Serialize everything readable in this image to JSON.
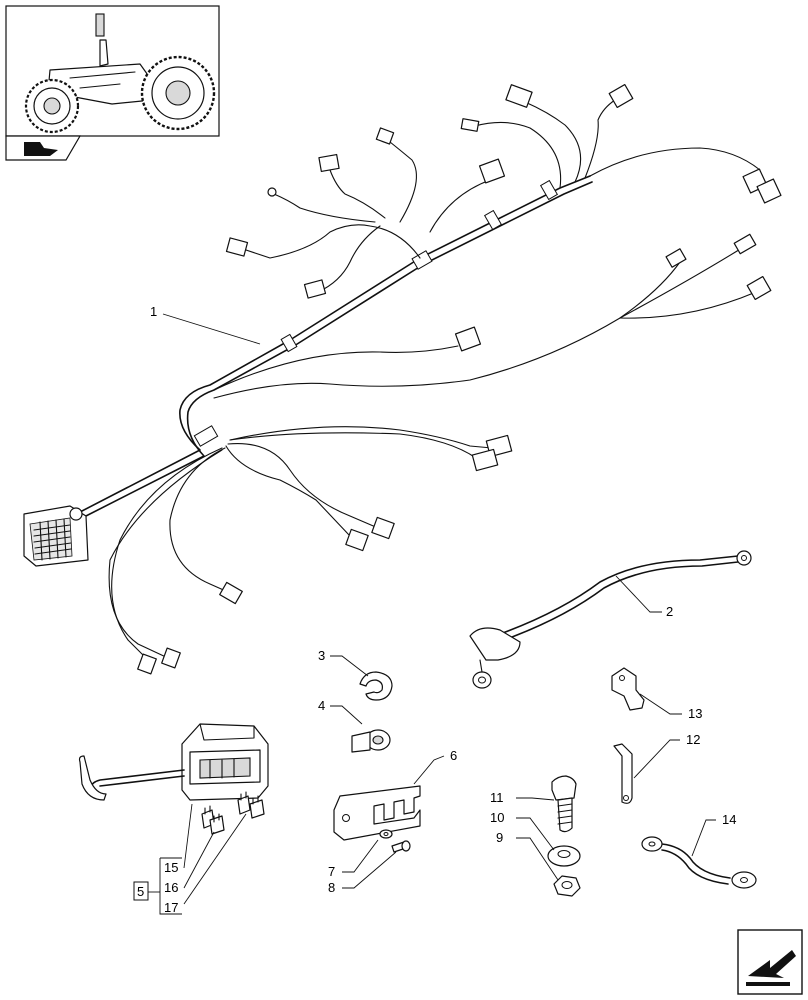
{
  "callouts": {
    "c1": "1",
    "c2": "2",
    "c3": "3",
    "c4": "4",
    "c5": "5",
    "c6": "6",
    "c7": "7",
    "c8": "8",
    "c9": "9",
    "c10": "10",
    "c11": "11",
    "c12": "12",
    "c13": "13",
    "c14": "14",
    "c15": "15",
    "c16": "16",
    "c17": "17"
  },
  "icons": {
    "thumbnail": "tractor-locator-icon",
    "thumbnail_tab": "book-arrow-icon",
    "nav": "next-page-arrow-icon"
  },
  "colors": {
    "line": "#111111",
    "background": "#ffffff",
    "shade": "#d9d9d9"
  }
}
